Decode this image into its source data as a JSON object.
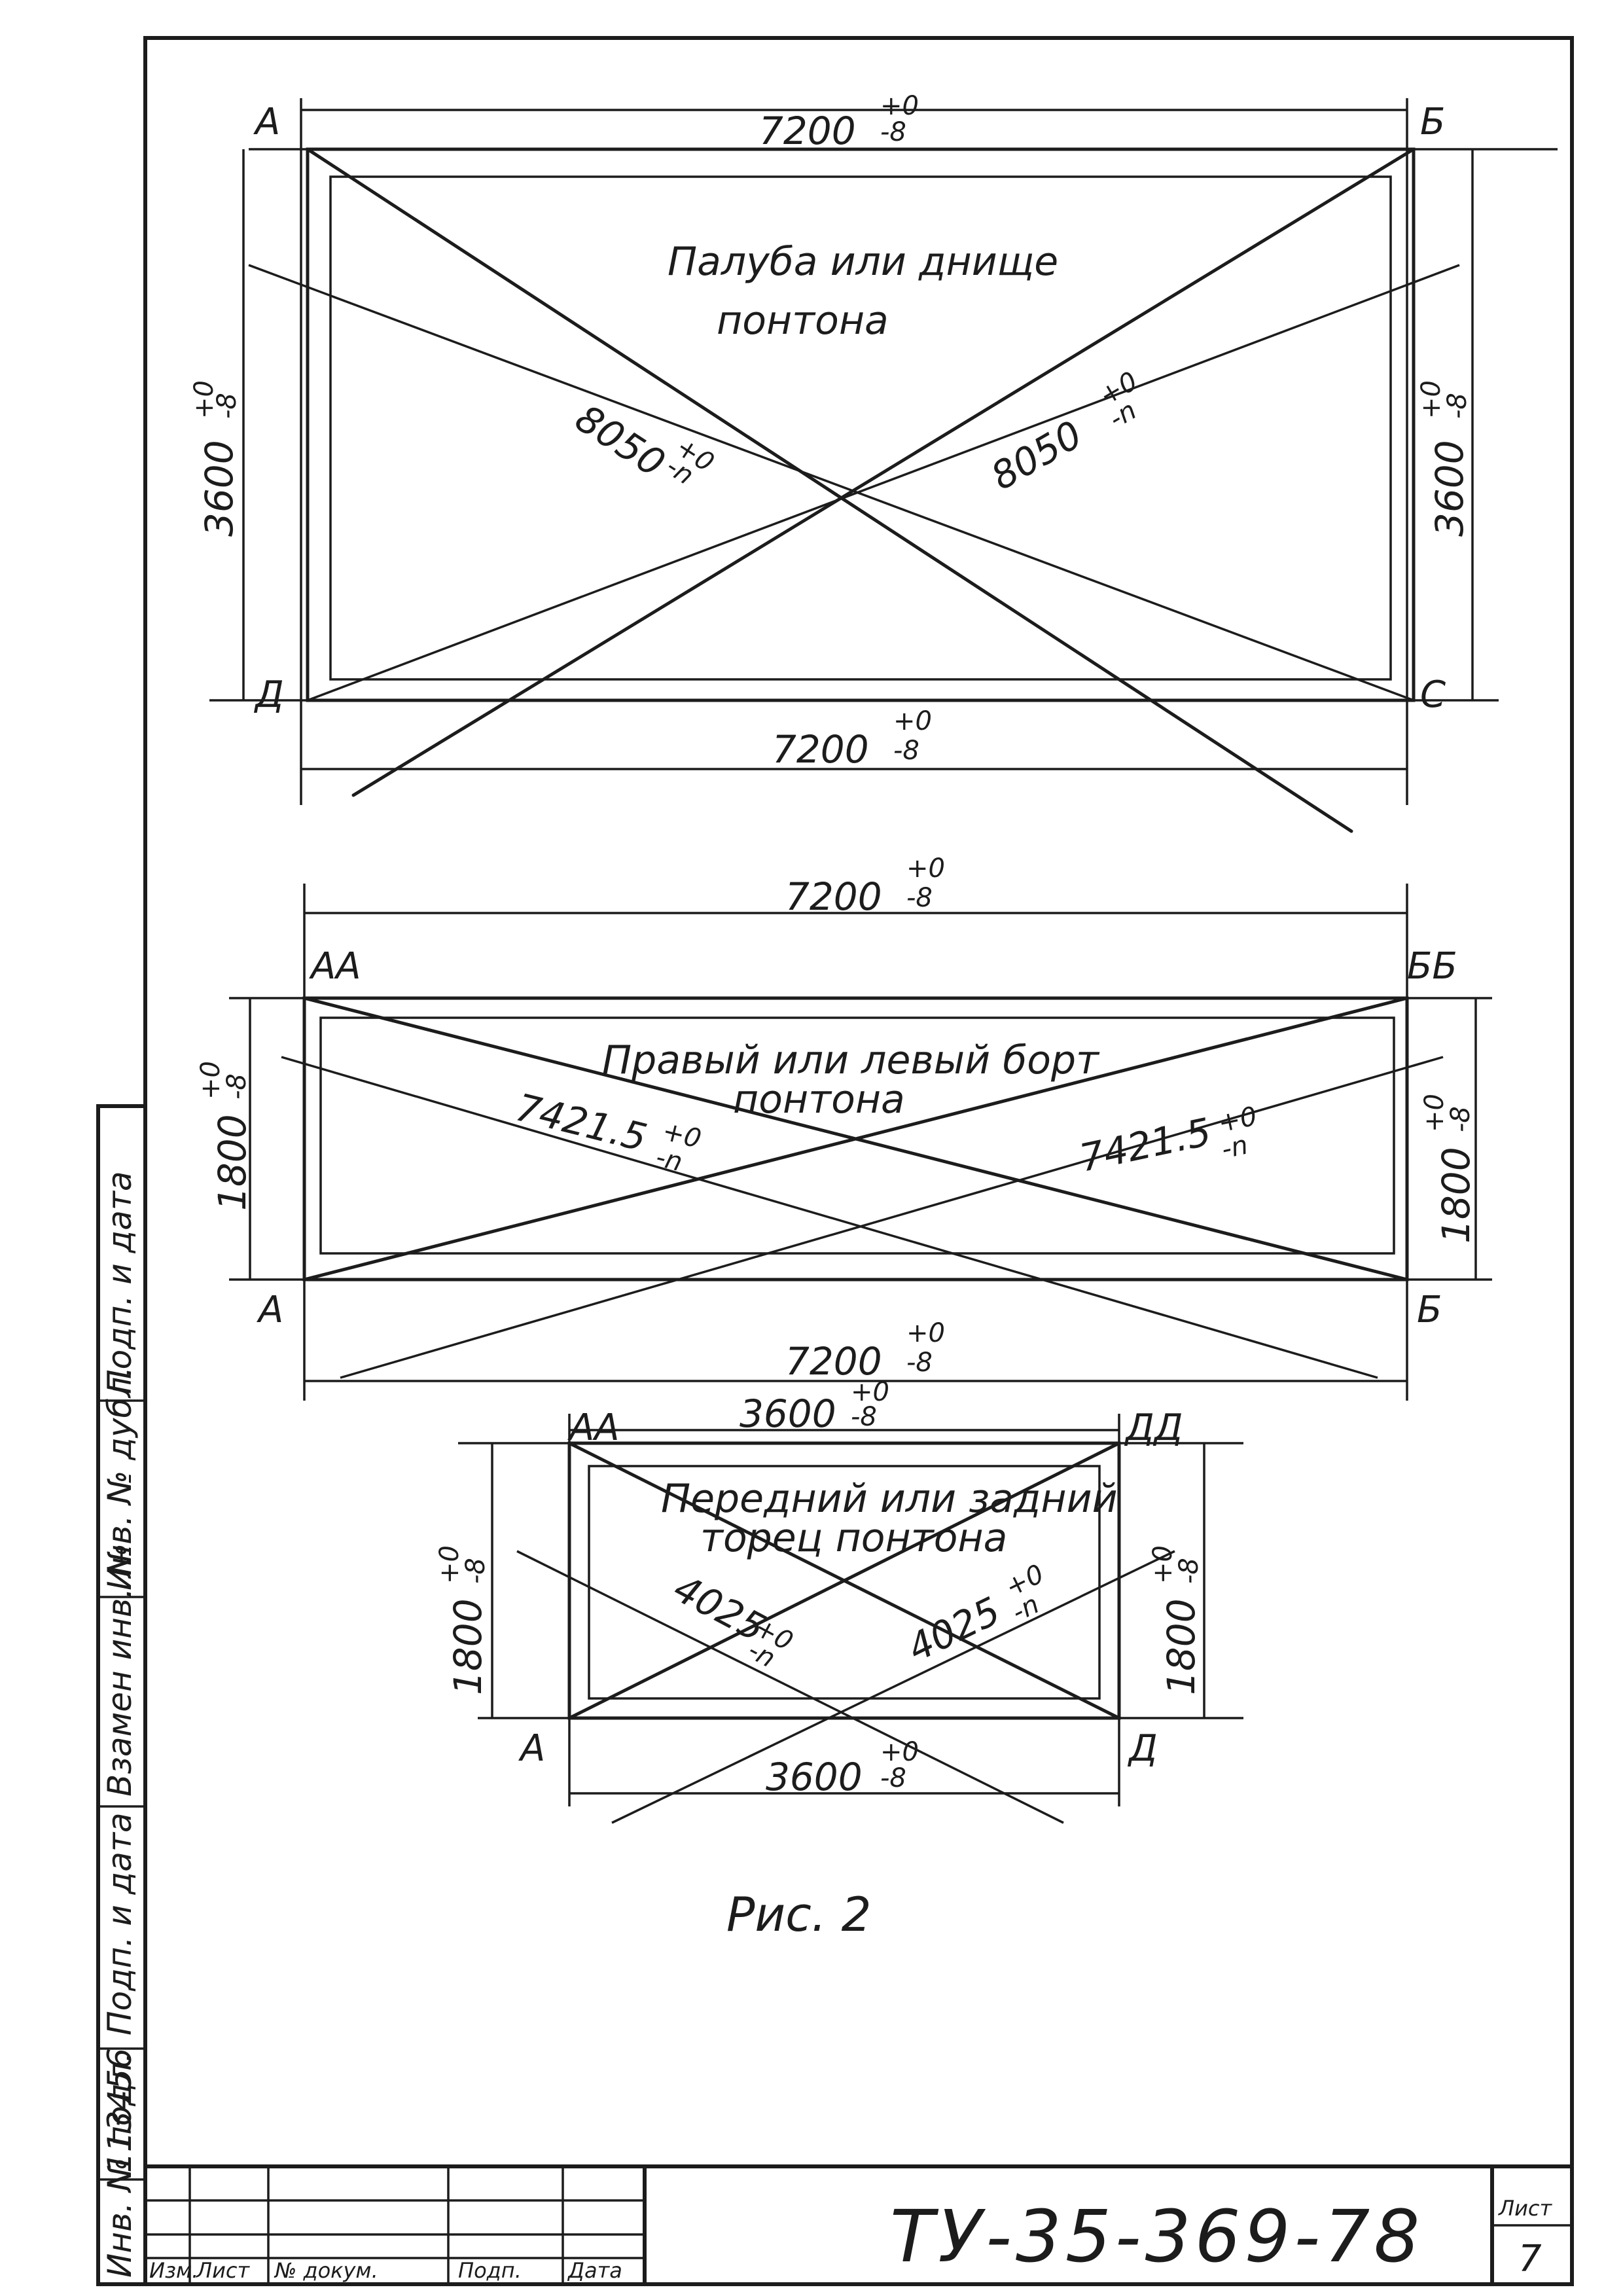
{
  "document": {
    "code": "ТУ-35-369-78",
    "sheet_label": "Лист",
    "sheet_number": "7"
  },
  "title_block": {
    "columns": [
      "Изм.",
      "Лист",
      "№ докум.",
      "Подп.",
      "Дата"
    ]
  },
  "side_strip": {
    "cells": [
      "Инв. № подл.",
      "113456",
      "Подп. и дата",
      "Взамен инв. №",
      "Инв. № дубл.",
      "Подп. и дата"
    ]
  },
  "figure_caption": "Рис. 2",
  "panel_deck": {
    "caption_line1": "Палуба или днище",
    "caption_line2": "понтона",
    "corners": [
      "А",
      "Б",
      "Д",
      "С"
    ],
    "top_dim": "7200",
    "bottom_dim": "7200",
    "left_dim": "3600",
    "right_dim": "3600",
    "diag_left": "8050",
    "diag_right": "8050",
    "tol_upper": "+0",
    "tol_lower": "-8",
    "tol_diag_lower": "-n"
  },
  "panel_side": {
    "caption_line1": "Правый или левый борт",
    "caption_line2": "понтона",
    "corners": [
      "АА",
      "ББ",
      "А",
      "Б"
    ],
    "top_dim": "7200",
    "bottom_dim": "7200",
    "left_dim": "1800",
    "right_dim": "1800",
    "diag_left": "7421.5",
    "diag_right": "7421.5",
    "tol_upper": "+0",
    "tol_lower": "-8",
    "tol_diag_lower": "-n"
  },
  "panel_end": {
    "caption_line1": "Передний или задний",
    "caption_line2": "торец понтона",
    "corners": [
      "АА",
      "ДД",
      "А",
      "Д"
    ],
    "top_dim": "3600",
    "bottom_dim": "3600",
    "left_dim": "1800",
    "right_dim": "1800",
    "diag_left": "4025",
    "diag_right": "4025",
    "tol_upper": "+0",
    "tol_lower": "-8",
    "tol_diag_lower": "-n"
  }
}
